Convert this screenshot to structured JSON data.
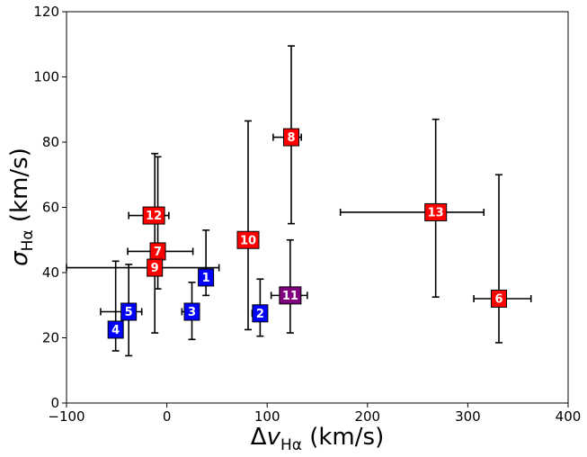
{
  "chart_data": {
    "type": "scatter",
    "title": "",
    "xlabel": "Δv_Hα (km/s)",
    "ylabel": "σ_Hα (km/s)",
    "xlabel_parts": {
      "symbol": "Δ",
      "var": "v",
      "sub": "Hα",
      "unit": " (km/s)"
    },
    "ylabel_parts": {
      "var": "σ",
      "sub": "Hα",
      "unit": " (km/s)"
    },
    "xlim": [
      -100,
      400
    ],
    "ylim": [
      0,
      120
    ],
    "xticks": [
      -100,
      0,
      100,
      200,
      300,
      400
    ],
    "yticks": [
      0,
      20,
      40,
      60,
      80,
      100,
      120
    ],
    "xtick_labels": [
      "−100",
      "0",
      "100",
      "200",
      "300",
      "400"
    ],
    "ytick_labels": [
      "0",
      "20",
      "40",
      "60",
      "80",
      "100",
      "120"
    ],
    "grid": false,
    "colors": {
      "blue": "#0000ff",
      "red": "#ff0000",
      "purple": "#800080"
    },
    "points": [
      {
        "label": "1",
        "x": 39,
        "y": 38.5,
        "xerr": [
          39,
          39
        ],
        "yerr": [
          33,
          53
        ],
        "color": "#0000ff"
      },
      {
        "label": "2",
        "x": 93,
        "y": 27.5,
        "xerr": [
          85,
          100
        ],
        "yerr": [
          20.5,
          38
        ],
        "color": "#0000ff"
      },
      {
        "label": "3",
        "x": 25,
        "y": 28,
        "xerr": [
          15,
          32
        ],
        "yerr": [
          19.5,
          37
        ],
        "color": "#0000ff"
      },
      {
        "label": "4",
        "x": -51,
        "y": 22.5,
        "xerr": [
          -51,
          -51
        ],
        "yerr": [
          16,
          43.5
        ],
        "color": "#0000ff"
      },
      {
        "label": "5",
        "x": -38,
        "y": 28,
        "xerr": [
          -66,
          -25
        ],
        "yerr": [
          14.5,
          42.5
        ],
        "color": "#0000ff"
      },
      {
        "label": "6",
        "x": 331,
        "y": 32,
        "xerr": [
          306,
          363
        ],
        "yerr": [
          18.5,
          70
        ],
        "color": "#ff0000"
      },
      {
        "label": "7",
        "x": -9,
        "y": 46.5,
        "xerr": [
          -39,
          26
        ],
        "yerr": [
          35,
          75.5
        ],
        "color": "#ff0000"
      },
      {
        "label": "8",
        "x": 124,
        "y": 81.5,
        "xerr": [
          106,
          134
        ],
        "yerr": [
          55,
          109.5
        ],
        "color": "#ff0000"
      },
      {
        "label": "9",
        "x": -12,
        "y": 41.5,
        "xerr": [
          -100,
          52
        ],
        "yerr": [
          21.5,
          76.5
        ],
        "color": "#ff0000"
      },
      {
        "label": "10",
        "x": 81,
        "y": 50,
        "xerr": [
          81,
          81
        ],
        "yerr": [
          22.5,
          86.5
        ],
        "color": "#ff0000"
      },
      {
        "label": "11",
        "x": 123,
        "y": 33,
        "xerr": [
          104,
          140
        ],
        "yerr": [
          21.5,
          50
        ],
        "color": "#800080"
      },
      {
        "label": "12",
        "x": -13,
        "y": 57.5,
        "xerr": [
          -38,
          2
        ],
        "yerr": [
          57.5,
          57.5
        ],
        "color": "#ff0000"
      },
      {
        "label": "13",
        "x": 268,
        "y": 58.5,
        "xerr": [
          173,
          316
        ],
        "yerr": [
          32.5,
          87
        ],
        "color": "#ff0000"
      }
    ]
  }
}
